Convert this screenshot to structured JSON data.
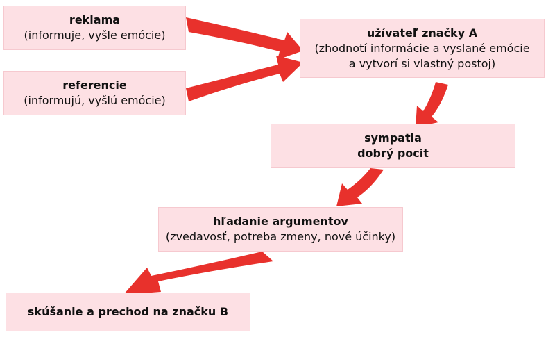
{
  "colors": {
    "box_fill": "#fde0e4",
    "box_border": "#f6c9cf",
    "arrow": "#e8312c"
  },
  "nodes": {
    "reklama": {
      "title": "reklama",
      "sub": "(informuje, vyšle emócie)"
    },
    "referencie": {
      "title": "referencie",
      "sub": "(informujú, vyšlú emócie)"
    },
    "user": {
      "title": "užívateľ značky A",
      "sub1": "(zhodnotí informácie a vyslané emócie",
      "sub2": "a vytvorí si vlastný postoj)"
    },
    "sympatia": {
      "title": "sympatia",
      "title2": "dobrý pocit"
    },
    "hladanie": {
      "title": "hľadanie argumentov",
      "sub": "(zvedavosť, potreba zmeny, nové účinky)"
    },
    "skusanie": {
      "title": "skúšanie a prechod na značku B"
    }
  },
  "edges": [
    {
      "from": "reklama",
      "to": "user"
    },
    {
      "from": "referencie",
      "to": "user"
    },
    {
      "from": "user",
      "to": "sympatia"
    },
    {
      "from": "sympatia",
      "to": "hladanie"
    },
    {
      "from": "hladanie",
      "to": "skusanie"
    }
  ]
}
